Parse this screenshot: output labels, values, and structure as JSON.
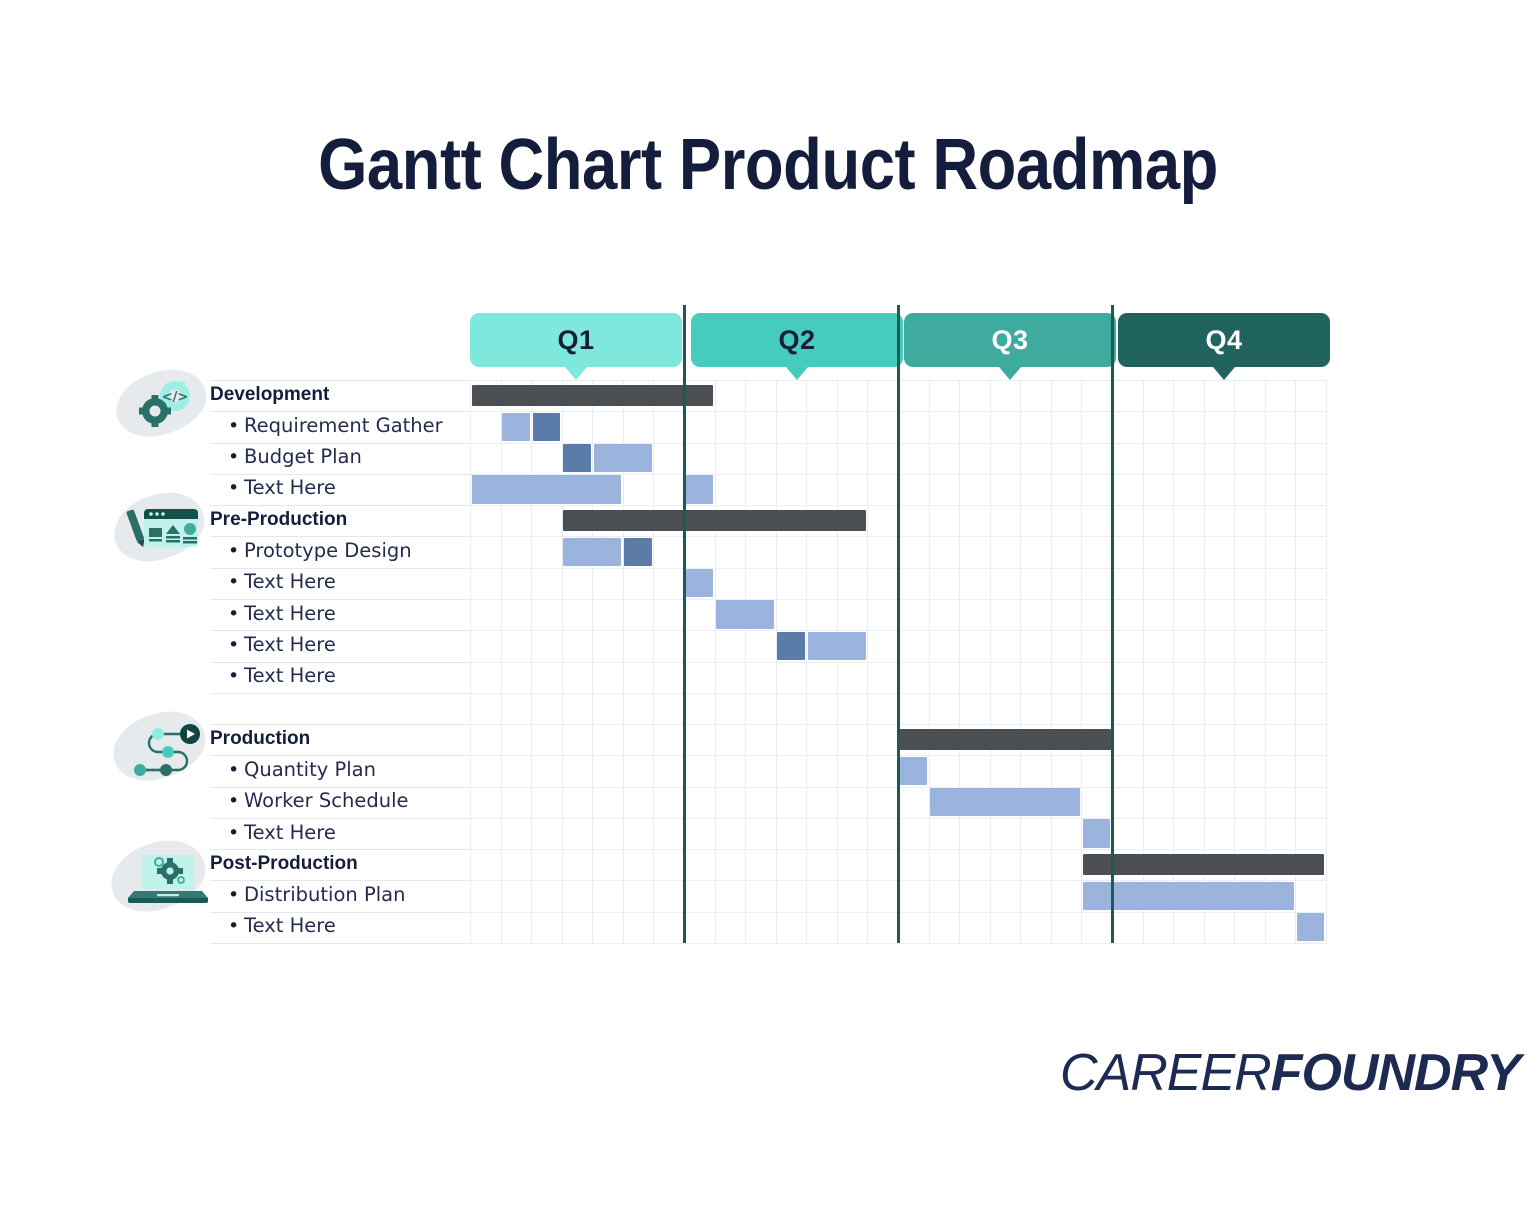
{
  "title": "Gantt Chart Product Roadmap",
  "brand": {
    "logo_part1": "CAREER",
    "logo_part2": "FOUNDRY",
    "logo_color": "#1d2a52"
  },
  "colors": {
    "title": "#141d3c",
    "q1": "#7fe8dd",
    "q2": "#45ccbd",
    "q3": "#3fab9f",
    "q4": "#20635f",
    "quarter_divider": "#1d5a56",
    "group_bar": "#4b4f54",
    "task_bar_light": "#9ab4de",
    "task_bar_dark": "#5b7ba8",
    "grid_line": "#e9edef",
    "icon_blob": "#e6eaec",
    "icon_aqua": "#9deee4",
    "icon_teal": "#2a7068"
  },
  "quarters": [
    {
      "label": "Q1",
      "color": "#7fe8dd",
      "text_color": "#141d3c"
    },
    {
      "label": "Q2",
      "color": "#45ccbd",
      "text_color": "#141d3c"
    },
    {
      "label": "Q3",
      "color": "#3fab9f",
      "text_color": "#ffffff"
    },
    {
      "label": "Q4",
      "color": "#20635f",
      "text_color": "#ffffff"
    }
  ],
  "groups": [
    {
      "name": "Development",
      "icon": "gears-code-icon"
    },
    {
      "name": "Pre-Production",
      "icon": "wireframe-pen-icon"
    },
    {
      "name": "Production",
      "icon": "flow-play-icon"
    },
    {
      "name": "Post-Production",
      "icon": "laptop-gear-icon"
    }
  ],
  "rows": [
    {
      "index": 0,
      "label": "Development",
      "type": "group"
    },
    {
      "index": 1,
      "label": "Requirement Gather",
      "type": "task"
    },
    {
      "index": 2,
      "label": "Budget Plan",
      "type": "task"
    },
    {
      "index": 3,
      "label": "Text Here",
      "type": "task"
    },
    {
      "index": 4,
      "label": "Pre-Production",
      "type": "group"
    },
    {
      "index": 5,
      "label": "Prototype Design",
      "type": "task"
    },
    {
      "index": 6,
      "label": "Text Here",
      "type": "task"
    },
    {
      "index": 7,
      "label": "Text Here",
      "type": "task"
    },
    {
      "index": 8,
      "label": "Text Here",
      "type": "task"
    },
    {
      "index": 9,
      "label": "Text Here",
      "type": "task"
    },
    {
      "index": 10,
      "label": "",
      "type": "spacer"
    },
    {
      "index": 11,
      "label": "Production",
      "type": "group"
    },
    {
      "index": 12,
      "label": "Quantity Plan",
      "type": "task"
    },
    {
      "index": 13,
      "label": "Worker Schedule",
      "type": "task"
    },
    {
      "index": 14,
      "label": "Text Here",
      "type": "task"
    },
    {
      "index": 15,
      "label": "Post-Production",
      "type": "group"
    },
    {
      "index": 16,
      "label": "Distribution Plan",
      "type": "task"
    },
    {
      "index": 17,
      "label": "Text Here",
      "type": "task"
    }
  ],
  "chart_data": {
    "type": "bar",
    "subtype": "gantt",
    "title": "Gantt Chart Product Roadmap",
    "xlabel": "",
    "ylabel": "",
    "grid": true,
    "columns": 28,
    "columns_per_quarter": 7,
    "x_axis": [
      "Q1",
      "Q2",
      "Q3",
      "Q4"
    ],
    "legend_position": "none",
    "tasks": [
      {
        "row": 0,
        "label": "Development",
        "kind": "group",
        "start": 0,
        "end": 8,
        "color": "#4b4f54"
      },
      {
        "row": 1,
        "label": "Requirement Gather",
        "kind": "task",
        "start": 1,
        "end": 2,
        "color": "#9ab4de"
      },
      {
        "row": 1,
        "label": "Requirement Gather",
        "kind": "task",
        "start": 2,
        "end": 3,
        "color": "#5b7ba8"
      },
      {
        "row": 2,
        "label": "Budget Plan",
        "kind": "task",
        "start": 3,
        "end": 4,
        "color": "#5b7ba8"
      },
      {
        "row": 2,
        "label": "Budget Plan",
        "kind": "task",
        "start": 4,
        "end": 6,
        "color": "#9ab4de"
      },
      {
        "row": 3,
        "label": "Text Here",
        "kind": "task",
        "start": 0,
        "end": 5,
        "color": "#9ab4de"
      },
      {
        "row": 3,
        "label": "Text Here",
        "kind": "task",
        "start": 7,
        "end": 8,
        "color": "#9ab4de"
      },
      {
        "row": 4,
        "label": "Pre-Production",
        "kind": "group",
        "start": 3,
        "end": 13,
        "color": "#4b4f54"
      },
      {
        "row": 5,
        "label": "Prototype Design",
        "kind": "task",
        "start": 3,
        "end": 5,
        "color": "#9ab4de"
      },
      {
        "row": 5,
        "label": "Prototype Design",
        "kind": "task",
        "start": 5,
        "end": 6,
        "color": "#5b7ba8"
      },
      {
        "row": 6,
        "label": "Text Here",
        "kind": "task",
        "start": 7,
        "end": 8,
        "color": "#9ab4de"
      },
      {
        "row": 7,
        "label": "Text Here",
        "kind": "task",
        "start": 8,
        "end": 10,
        "color": "#9ab4de"
      },
      {
        "row": 8,
        "label": "Text Here",
        "kind": "task",
        "start": 10,
        "end": 11,
        "color": "#5b7ba8"
      },
      {
        "row": 8,
        "label": "Text Here",
        "kind": "task",
        "start": 11,
        "end": 13,
        "color": "#9ab4de"
      },
      {
        "row": 11,
        "label": "Production",
        "kind": "group",
        "start": 14,
        "end": 21,
        "color": "#4b4f54"
      },
      {
        "row": 12,
        "label": "Quantity Plan",
        "kind": "task",
        "start": 14,
        "end": 15,
        "color": "#9ab4de"
      },
      {
        "row": 13,
        "label": "Worker Schedule",
        "kind": "task",
        "start": 15,
        "end": 20,
        "color": "#9ab4de"
      },
      {
        "row": 14,
        "label": "Text Here",
        "kind": "task",
        "start": 20,
        "end": 21,
        "color": "#9ab4de"
      },
      {
        "row": 15,
        "label": "Post-Production",
        "kind": "group",
        "start": 20,
        "end": 28,
        "color": "#4b4f54"
      },
      {
        "row": 16,
        "label": "Distribution Plan",
        "kind": "task",
        "start": 20,
        "end": 27,
        "color": "#9ab4de"
      },
      {
        "row": 17,
        "label": "Text Here",
        "kind": "task",
        "start": 27,
        "end": 28,
        "color": "#9ab4de"
      }
    ]
  }
}
